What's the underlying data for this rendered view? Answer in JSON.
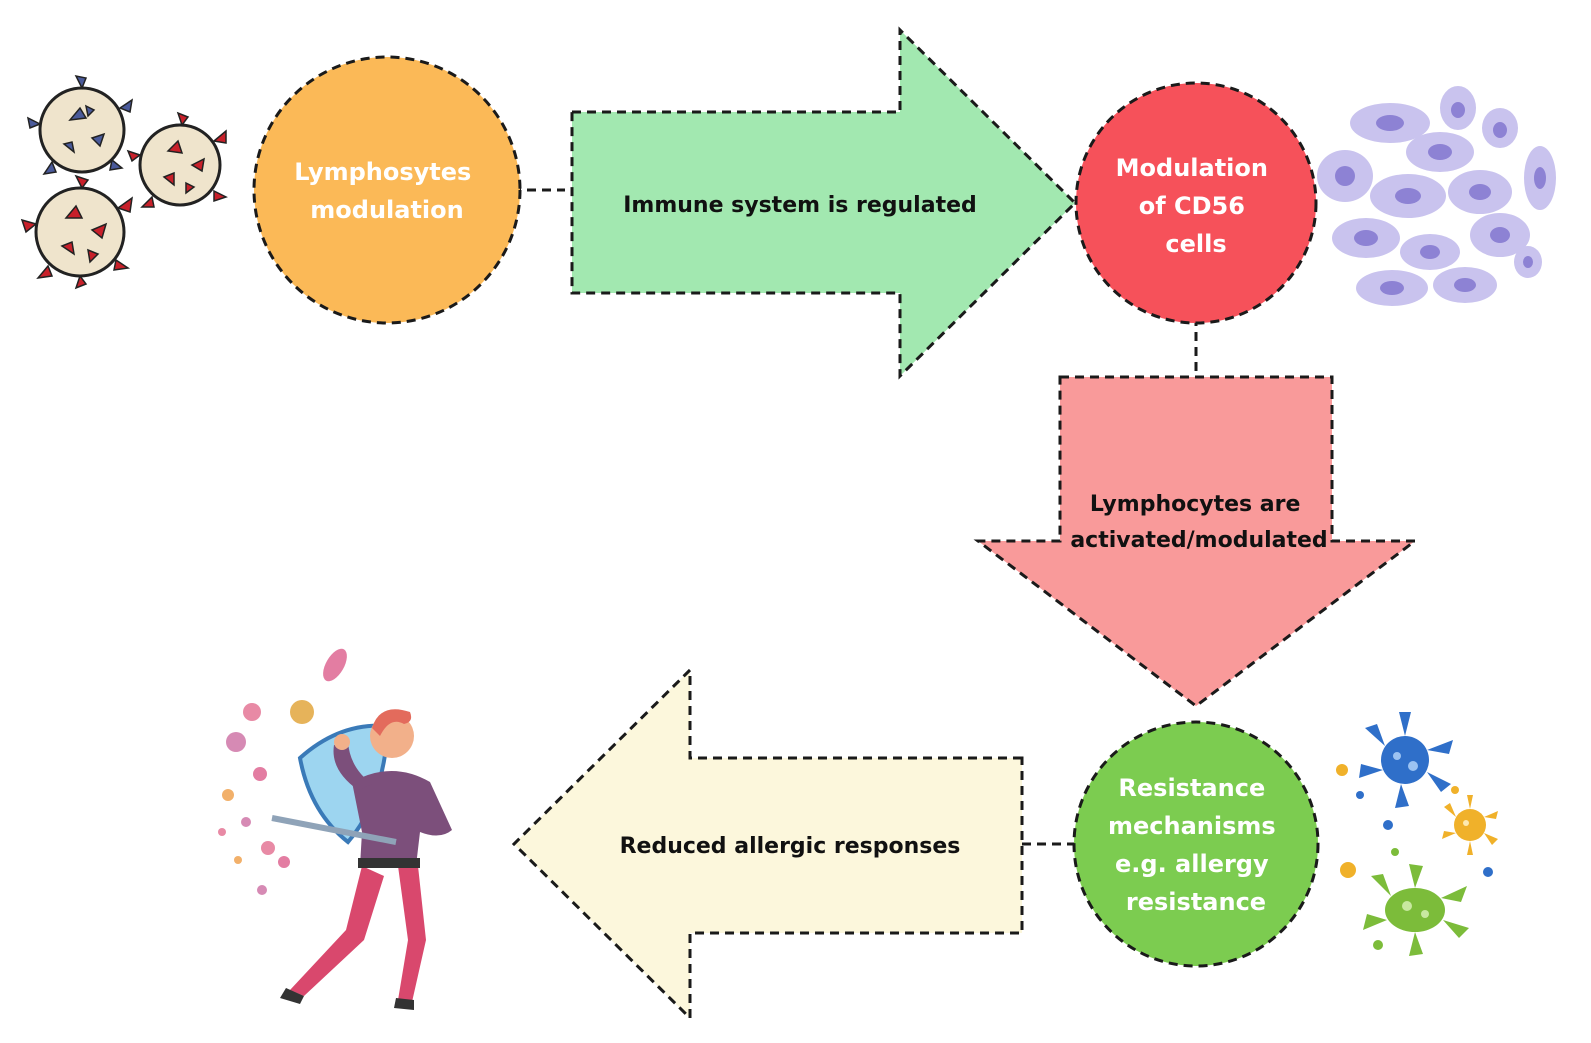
{
  "colors": {
    "lymphocytes_circle": "#fbb957",
    "cd56_circle": "#f6515a",
    "resistance_circle": "#7ccc50",
    "immune_arrow": "#a2e8b0",
    "activated_arrow": "#f99a9a",
    "reduced_arrow": "#fcf7dc",
    "outline": "#1a1a1a"
  },
  "nodes": {
    "lymphocytes": {
      "label": [
        "Lymphosytes",
        "modulation"
      ]
    },
    "cd56": {
      "label": [
        "Modulation",
        "of CD56",
        "cells"
      ]
    },
    "resistance": {
      "label": [
        "Resistance",
        "mechanisms",
        "e.g. allergy",
        "resistance"
      ]
    }
  },
  "arrows": {
    "immune": {
      "label": [
        "Immune system is regulated"
      ]
    },
    "activated": {
      "label": [
        "Lymphocytes are",
        "activated/modulated"
      ]
    },
    "reduced": {
      "label": [
        "Reduced allergic responses"
      ]
    }
  },
  "illustrations": {
    "lymphocyte_cells": "lymphocyte-cells-illustration",
    "nk_cells": "cd56-cells-illustration",
    "microbes": "microbes-illustration",
    "person_shield": "person-with-shield-illustration"
  }
}
